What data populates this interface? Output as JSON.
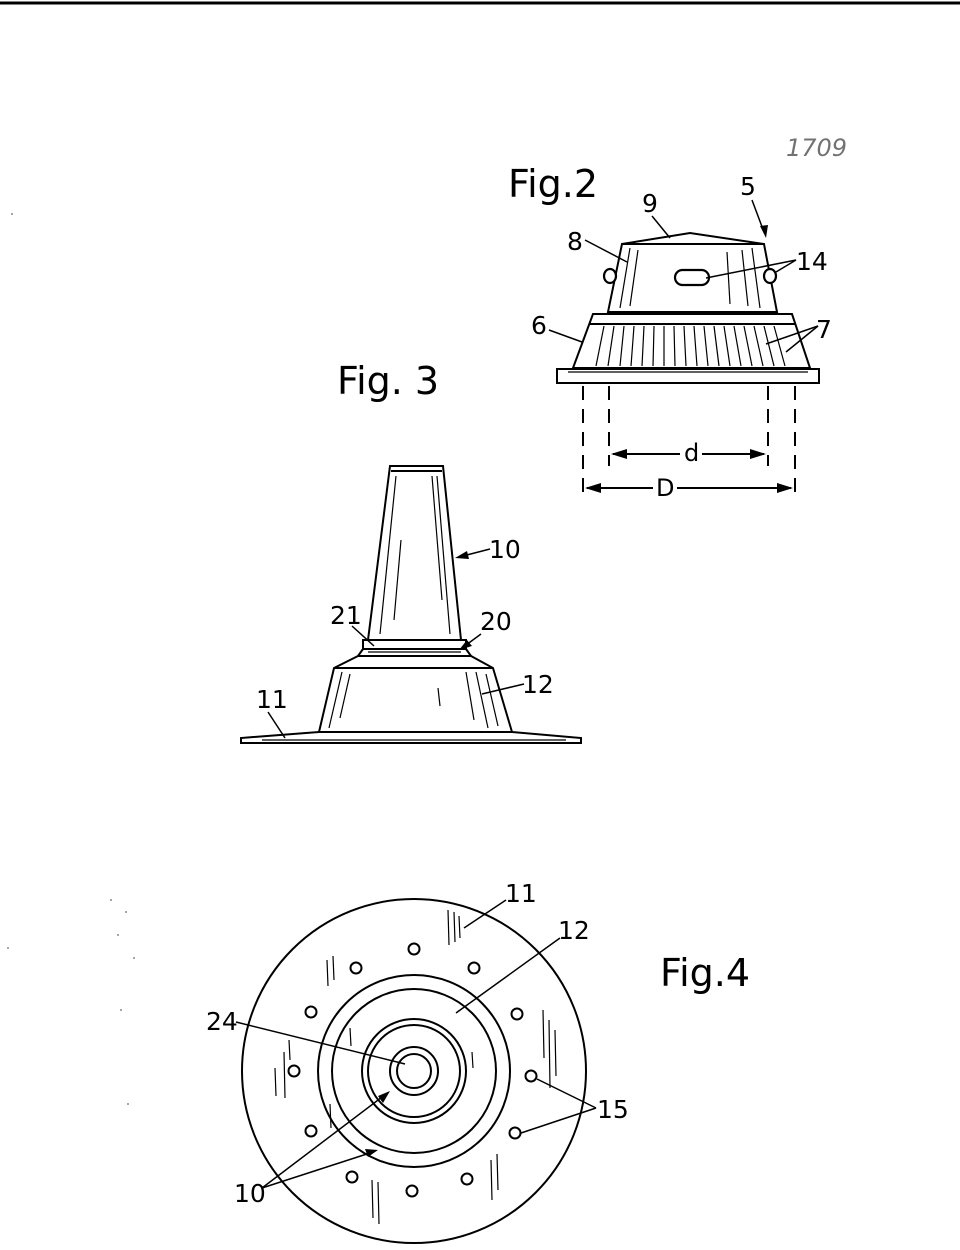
{
  "figures": {
    "fig2": {
      "title": "Fig.2"
    },
    "fig3": {
      "title": "Fig. 3"
    },
    "fig4": {
      "title": "Fig.4"
    }
  },
  "corner_mark": "1709",
  "fig2_labels": {
    "ref_9": "9",
    "ref_5": "5",
    "ref_8": "8",
    "ref_14": "14",
    "ref_6": "6",
    "ref_7": "7",
    "dim_d": "d",
    "dim_D": "D"
  },
  "fig3_labels": {
    "ref_10": "10",
    "ref_21": "21",
    "ref_20": "20",
    "ref_11": "11",
    "ref_12": "12"
  },
  "fig4_labels": {
    "ref_11": "11",
    "ref_12": "12",
    "ref_24": "24",
    "ref_15": "15",
    "ref_10": "10"
  }
}
